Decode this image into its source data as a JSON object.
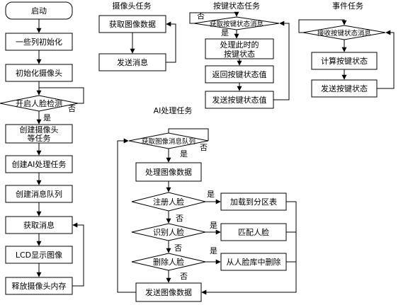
{
  "titles": {
    "camera_task": "摄像头任务",
    "key_task": "按键状态任务",
    "event_task": "事件任务",
    "ai_task": "AI处理任务"
  },
  "main_flow": {
    "start": "启动",
    "init_series": "一些列初始化",
    "init_camera": "初始化摄像头",
    "face_detect": "开启人脸检测",
    "create_camera_line1": "创建摄像头",
    "create_camera_line2": "等任务",
    "create_ai": "创建AI处理任务",
    "create_queue": "创建消息队列",
    "get_msg": "获取消息",
    "lcd_show": "LCD显示图像",
    "release_mem": "释放摄像头内存"
  },
  "camera_task": {
    "get_image": "获取图像数据",
    "send_msg": "发送消息"
  },
  "key_task": {
    "get_key_msg": "获取按键状态消息",
    "process_line1": "处理此时的",
    "process_line2": "按键状态",
    "return_value": "返回按键状态值",
    "send_value": "发送按键状态值"
  },
  "event_task": {
    "receive_msg": "接收按键状态消息",
    "calc_state": "计算按键状态",
    "send_state": "发送按键状态"
  },
  "ai_task": {
    "get_queue": "获取图像消息队列",
    "process_image": "处理图像数据",
    "register_face": "注册人脸",
    "load_partition": "加载到分区表",
    "recognize_face": "识别人脸",
    "match_face": "匹配人脸",
    "delete_face": "删除人脸",
    "delete_from_db": "从人脸库中删除",
    "send_image": "发送图像数据"
  },
  "labels": {
    "yes": "是",
    "no": "否"
  }
}
